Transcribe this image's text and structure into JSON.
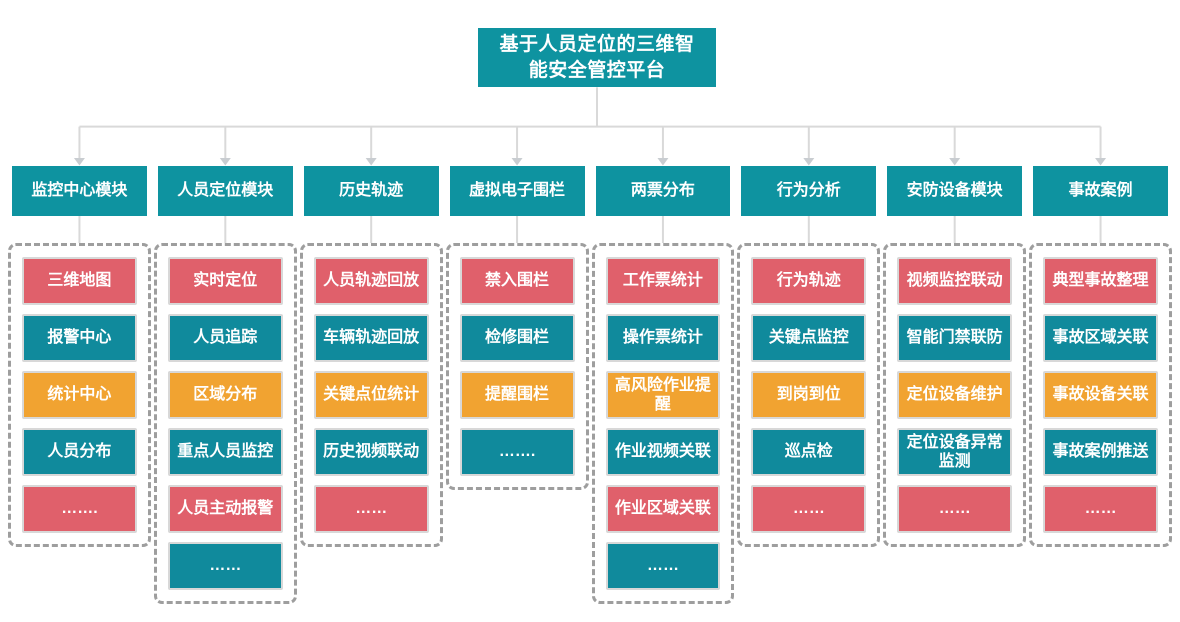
{
  "root": {
    "title": "基于人员定位的三维智能安全管控平台"
  },
  "colors": {
    "teal_header": "#0E93A0",
    "teal": "#108A9C",
    "red": "#E0606B",
    "orange": "#F1A331",
    "connector": "#D9D9D9",
    "arrow": "#C9CDD1",
    "dashed_border": "#9E9E9E",
    "item_border": "#D8D8D8"
  },
  "columns": [
    {
      "header": "监控中心模块",
      "items": [
        {
          "label": "三维地图",
          "color": "red"
        },
        {
          "label": "报警中心",
          "color": "teal"
        },
        {
          "label": "统计中心",
          "color": "orange"
        },
        {
          "label": "人员分布",
          "color": "teal"
        },
        {
          "label": "…….",
          "color": "red"
        }
      ]
    },
    {
      "header": "人员定位模块",
      "items": [
        {
          "label": "实时定位",
          "color": "red"
        },
        {
          "label": "人员追踪",
          "color": "teal"
        },
        {
          "label": "区域分布",
          "color": "orange"
        },
        {
          "label": "重点人员监控",
          "color": "teal"
        },
        {
          "label": "人员主动报警",
          "color": "red"
        },
        {
          "label": "……",
          "color": "teal"
        }
      ]
    },
    {
      "header": "历史轨迹",
      "items": [
        {
          "label": "人员轨迹回放",
          "color": "red"
        },
        {
          "label": "车辆轨迹回放",
          "color": "teal"
        },
        {
          "label": "关键点位统计",
          "color": "orange"
        },
        {
          "label": "历史视频联动",
          "color": "teal"
        },
        {
          "label": "……",
          "color": "red"
        }
      ]
    },
    {
      "header": "虚拟电子围栏",
      "items": [
        {
          "label": "禁入围栏",
          "color": "red"
        },
        {
          "label": "检修围栏",
          "color": "teal"
        },
        {
          "label": "提醒围栏",
          "color": "orange"
        },
        {
          "label": "…….",
          "color": "teal"
        }
      ]
    },
    {
      "header": "两票分布",
      "items": [
        {
          "label": "工作票统计",
          "color": "red"
        },
        {
          "label": "操作票统计",
          "color": "teal"
        },
        {
          "label": "高风险作业提醒",
          "color": "orange"
        },
        {
          "label": "作业视频关联",
          "color": "teal"
        },
        {
          "label": "作业区域关联",
          "color": "red"
        },
        {
          "label": "……",
          "color": "teal"
        }
      ]
    },
    {
      "header": "行为分析",
      "items": [
        {
          "label": "行为轨迹",
          "color": "red"
        },
        {
          "label": "关键点监控",
          "color": "teal"
        },
        {
          "label": "到岗到位",
          "color": "orange"
        },
        {
          "label": "巡点检",
          "color": "teal"
        },
        {
          "label": "……",
          "color": "red"
        }
      ]
    },
    {
      "header": "安防设备模块",
      "items": [
        {
          "label": "视频监控联动",
          "color": "red"
        },
        {
          "label": "智能门禁联防",
          "color": "teal"
        },
        {
          "label": "定位设备维护",
          "color": "orange"
        },
        {
          "label": "定位设备异常监测",
          "color": "teal"
        },
        {
          "label": "……",
          "color": "red"
        }
      ]
    },
    {
      "header": "事故案例",
      "items": [
        {
          "label": "典型事故整理",
          "color": "red"
        },
        {
          "label": "事故区域关联",
          "color": "teal"
        },
        {
          "label": "事故设备关联",
          "color": "orange"
        },
        {
          "label": "事故案例推送",
          "color": "teal"
        },
        {
          "label": "……",
          "color": "red"
        }
      ]
    }
  ]
}
